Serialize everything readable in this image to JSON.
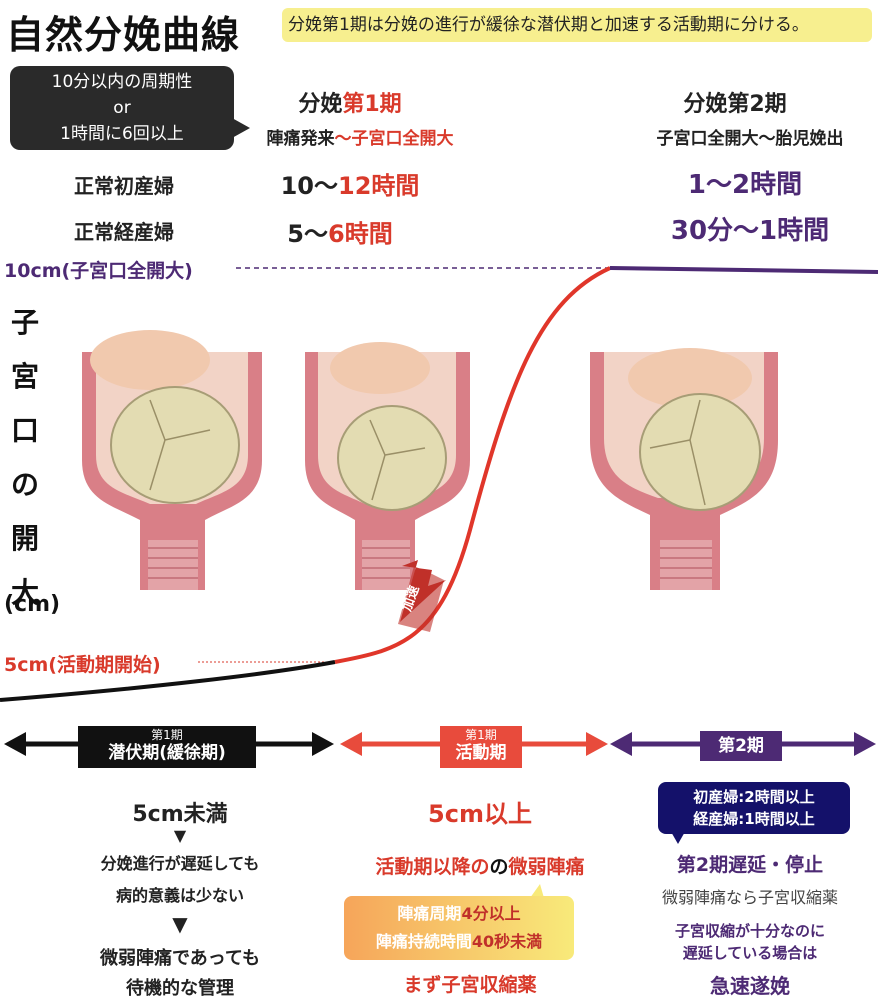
{
  "title": "自然分娩曲線",
  "subtitle": "分娩第1期は分娩の進行が緩徐な潜伏期と加速する活動期に分ける。",
  "definition": {
    "line1": "10分以内の周期性",
    "line2": "or",
    "line3": "1時間に6回以上"
  },
  "stage1": {
    "header_prefix": "分娩",
    "header_highlight": "第1期",
    "range_prefix": "陣痛発来",
    "range_highlight": "〜子宮口全開大"
  },
  "stage2": {
    "header": "分娩第2期",
    "range": "子宮口全開大〜胎児娩出"
  },
  "rows": {
    "primipara": {
      "label": "正常初産婦",
      "s1_prefix": "10〜",
      "s1_highlight": "12時間",
      "s2": "1〜2時間"
    },
    "multipara": {
      "label": "正常経産婦",
      "s1_prefix": "5〜",
      "s1_highlight": "6時間",
      "s2": "30分〜1時間"
    }
  },
  "y_axis": {
    "chars": [
      "子",
      "宮",
      "口",
      "の",
      "開",
      "大"
    ],
    "unit": "(cm)"
  },
  "levels": {
    "full": "10cm(子宮口全開大)",
    "active": "5cm(活動期開始)"
  },
  "accel_label": "加速",
  "phases": {
    "latent": {
      "small": "第1期",
      "big": "潜伏期(緩徐期)"
    },
    "active": {
      "small": "第1期",
      "big": "活動期"
    },
    "second": {
      "big": "第2期"
    }
  },
  "latent_notes": {
    "head": "5cm未満",
    "arrow": "▼",
    "note1a": "分娩進行が遅延しても",
    "note1b": "病的意義は少ない",
    "note2a": "微弱陣痛であっても",
    "note2b": "待機的な管理"
  },
  "active_notes": {
    "head": "5cm以上",
    "line_prefix": "活動期以降の",
    "line_highlight": "微弱陣痛",
    "box1_prefix": "陣痛周期",
    "box1_highlight": "4分以上",
    "box2_prefix": "陣痛持続時間",
    "box2_highlight": "40秒未満",
    "action": "まず子宮収縮薬"
  },
  "second_notes": {
    "bubble1": "初産婦:2時間以上",
    "bubble2": "経産婦:1時間以上",
    "head": "第2期遅延・停止",
    "weak": "微弱陣痛なら子宮収縮薬",
    "cond1": "子宮収縮が十分なのに",
    "cond2": "遅延している場合は",
    "action": "急速遂娩"
  },
  "colors": {
    "red": "#d93a2b",
    "purple": "#4d2a74",
    "black": "#111111",
    "navy": "#14116a",
    "note_yellow": "#f7ef8f"
  }
}
